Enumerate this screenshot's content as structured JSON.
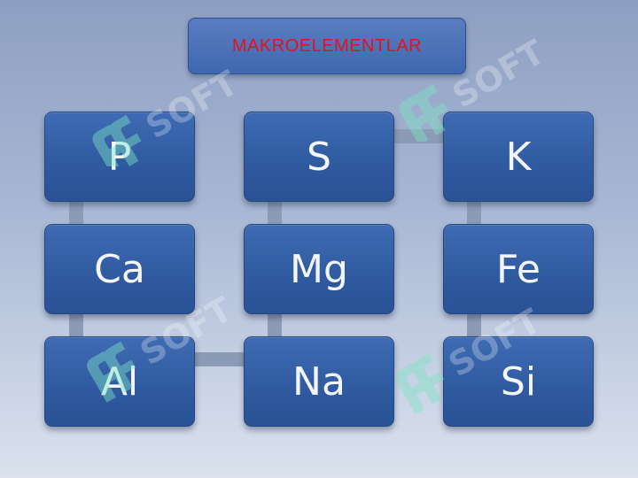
{
  "title": "MAKROELEMENTLAR",
  "colors": {
    "title_text": "#e0141c",
    "box_fill": "#3563ab",
    "box_text": "#f4f6fb",
    "connector": "#8c9bb5",
    "watermark": "#7fe3c6"
  },
  "elements": [
    {
      "symbol": "P"
    },
    {
      "symbol": "S"
    },
    {
      "symbol": "K"
    },
    {
      "symbol": "Ca"
    },
    {
      "symbol": "Mg"
    },
    {
      "symbol": "Fe"
    },
    {
      "symbol": "Al"
    },
    {
      "symbol": "Na"
    },
    {
      "symbol": "Si"
    }
  ],
  "watermark": {
    "text": "SOFT",
    "icon": "soft-logo-icon"
  }
}
